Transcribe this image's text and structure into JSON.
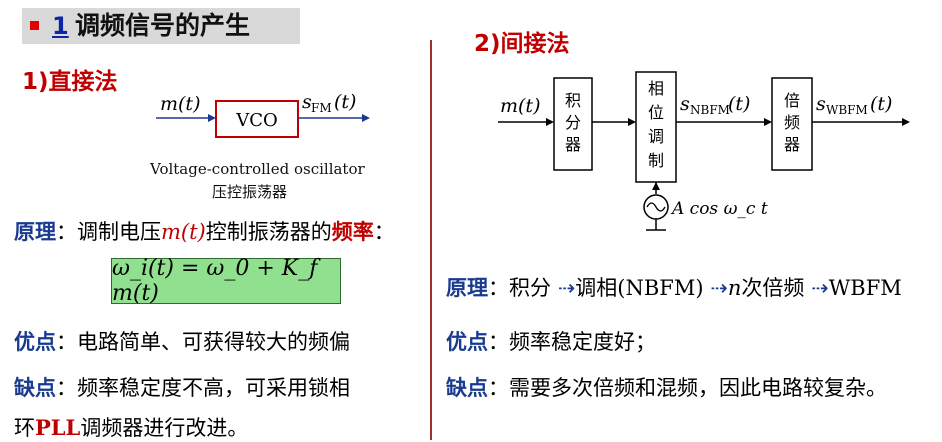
{
  "header": {
    "number": "1",
    "title": "调频信号的产生"
  },
  "left": {
    "heading": "1)直接法",
    "diagram": {
      "input": "m(t)",
      "block": "VCO",
      "output_s": "s",
      "output_sub": "FM",
      "output_t": "(t)"
    },
    "caption_en": "Voltage-controlled oscillator",
    "caption_cn": "压控振荡器",
    "principle_label": "原理",
    "principle_a": "：调制电压",
    "principle_m": "m(t)",
    "principle_b": "控制振荡器的",
    "principle_freq": "频率",
    "principle_end": "：",
    "formula": "ω_i(t) = ω_0 + K_f m(t)",
    "adv_label": "优点",
    "adv_text": "：电路简单、可获得较大的频偏",
    "dis_label": "缺点",
    "dis_text": "：频率稳定度不高，可采用锁相",
    "dis_line2_a": "环",
    "dis_pll": "PLL",
    "dis_line2_b": "调频器进行改进。"
  },
  "right": {
    "heading": "2)间接法",
    "diagram": {
      "input": "m(t)",
      "block1": [
        "积",
        "分",
        "器"
      ],
      "block2": [
        "相",
        "位",
        "调",
        "制"
      ],
      "mid_s": "s",
      "mid_sub": "NBFM",
      "mid_t": "(t)",
      "block3": [
        "倍",
        "频",
        "器"
      ],
      "out_s": "s",
      "out_sub": "WBFM",
      "out_t": "(t)",
      "carrier": "A cos ω_c t"
    },
    "principle_label": "原理",
    "principle_text_1": "：积分",
    "principle_text_2": "调相(NBFM)",
    "principle_text_3": "n",
    "principle_text_4": "次倍频",
    "principle_text_5": "WBFM",
    "arrow": "⇢",
    "adv_label": "优点",
    "adv_text": "：频率稳定度好；",
    "dis_label": "缺点",
    "dis_text": "：需要多次倍频和混频，因此电路较复杂。"
  },
  "colors": {
    "accent_red": "#c00000",
    "label_blue": "#1a3a8f",
    "formula_bg": "#90e090",
    "divider": "#a03030",
    "title_bar": "#d9d9d9"
  }
}
